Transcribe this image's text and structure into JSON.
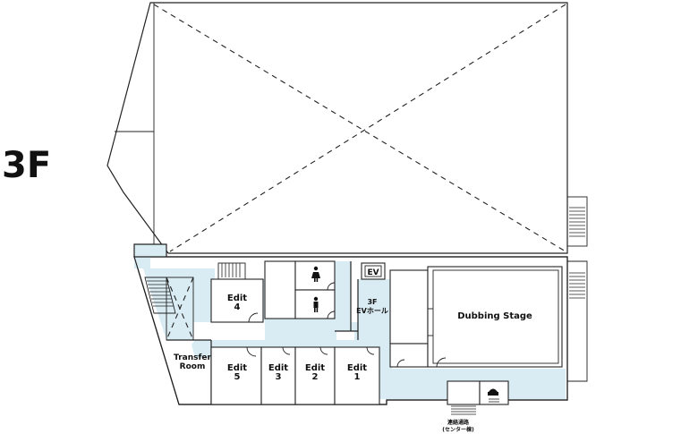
{
  "floor": {
    "label": "3F"
  },
  "rooms": {
    "edit4": {
      "line1": "Edit",
      "line2": "4"
    },
    "edit5": {
      "line1": "Edit",
      "line2": "5"
    },
    "edit3": {
      "line1": "Edit",
      "line2": "3"
    },
    "edit2": {
      "line1": "Edit",
      "line2": "2"
    },
    "edit1": {
      "line1": "Edit",
      "line2": "1"
    },
    "transfer": {
      "line1": "Transfer",
      "line2": "Room"
    },
    "dubbing": {
      "label": "Dubbing Stage"
    },
    "ev_hall": {
      "line1": "3F",
      "line2": "EVホール"
    },
    "ev": {
      "label": "EV"
    }
  },
  "passage": {
    "line1": "連絡通路",
    "line2": "(センター棟)"
  },
  "colors": {
    "corridor": "#d9ecf3",
    "wall": "#222222"
  }
}
